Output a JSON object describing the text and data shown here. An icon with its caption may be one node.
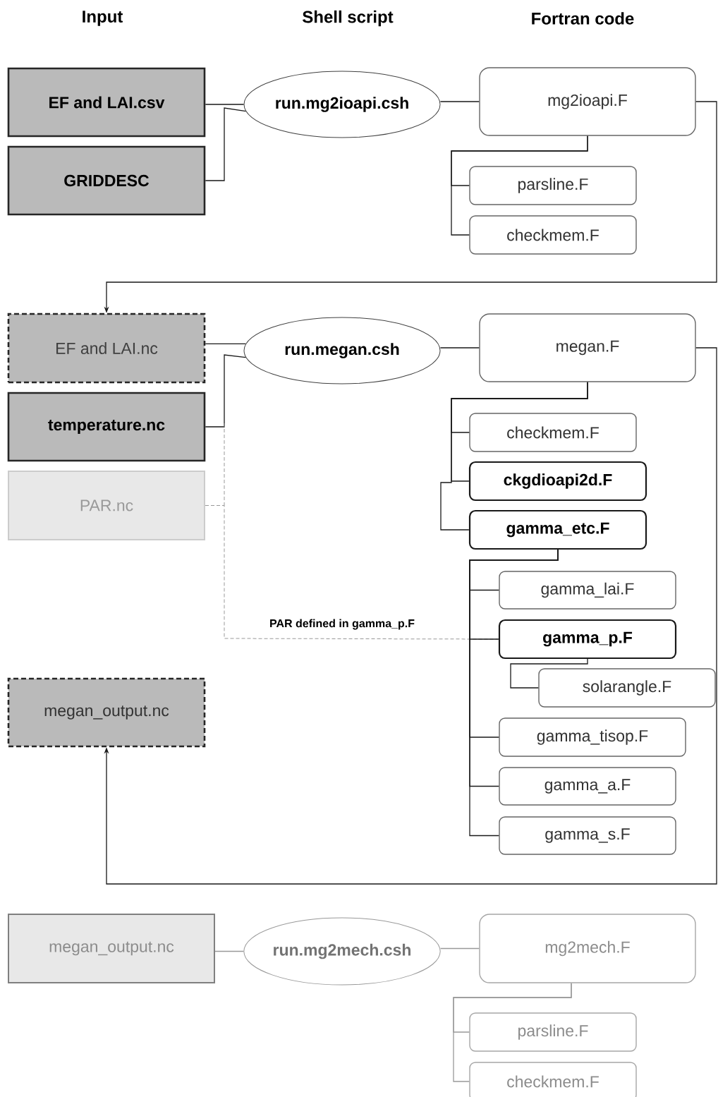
{
  "diagram": {
    "nodes": [
      {
        "text": [
          "EF and LAI.csv"
        ]
      },
      {
        "text": [
          "GRIDDESC"
        ]
      },
      {
        "text": [
          "run.mg2ioapi.csh"
        ]
      },
      {
        "text": [
          "mg2ioapi.F"
        ]
      },
      {
        "text": [
          "parsline.F"
        ]
      },
      {
        "text": [
          "checkmem.F"
        ]
      },
      {
        "text": [
          "EF and LAI.nc"
        ]
      },
      {
        "text": [
          "temperature.nc"
        ]
      },
      {
        "text": [
          "PAR.nc"
        ]
      },
      {
        "text": [
          "run.megan.csh"
        ]
      },
      {
        "text": [
          "megan.F"
        ]
      },
      {
        "text": [
          "checkmem.F"
        ]
      },
      {
        "text": [
          "ckgdioapi2d.F"
        ]
      },
      {
        "text": [
          "gamma_etc.F"
        ]
      },
      {
        "text": [
          "gamma_lai.F"
        ]
      },
      {
        "text": [
          "gamma_p.F"
        ]
      },
      {
        "text": [
          "solarangle.F"
        ]
      },
      {
        "text": [
          "gamma_tisop.F"
        ]
      },
      {
        "text": [
          "gamma_a.F"
        ]
      },
      {
        "text": [
          "gamma_s.F"
        ]
      },
      {
        "text": [
          "megan_output.nc"
        ]
      },
      {
        "text": [
          "megan_output.nc"
        ]
      },
      {
        "text": [
          "run.mg2mech.csh"
        ]
      },
      {
        "text": [
          "mg2mech.F"
        ]
      },
      {
        "text": [
          "parsline.F"
        ]
      },
      {
        "text": [
          "checkmem.F"
        ]
      }
    ],
    "edges": [
      {
        "from": 0,
        "to": 2,
        "arrow": "none"
      },
      {
        "from": 1,
        "to": 2,
        "arrow": "none"
      },
      {
        "from": 2,
        "to": 3,
        "arrow": "none"
      },
      {
        "from": 3,
        "to": 4,
        "arrow": "none"
      },
      {
        "from": 3,
        "to": 5,
        "arrow": "none"
      },
      {
        "from": 3,
        "to": 6,
        "arrow": "to"
      },
      {
        "from": 6,
        "to": 9,
        "arrow": "none"
      },
      {
        "from": 7,
        "to": 9,
        "arrow": "none"
      },
      {
        "from": 9,
        "to": 10,
        "arrow": "none"
      },
      {
        "from": 8,
        "to": 15,
        "arrow": "none",
        "label": "PAR defined in gamma_p.F",
        "style": "dashed",
        "color": "#999999"
      },
      {
        "from": 10,
        "to": 11,
        "arrow": "none"
      },
      {
        "from": 10,
        "to": 12,
        "arrow": "none"
      },
      {
        "from": 10,
        "to": 13,
        "arrow": "none"
      },
      {
        "from": 13,
        "to": 14,
        "arrow": "none"
      },
      {
        "from": 13,
        "to": 15,
        "arrow": "none"
      },
      {
        "from": 15,
        "to": 16,
        "arrow": "none"
      },
      {
        "from": 13,
        "to": 17,
        "arrow": "none"
      },
      {
        "from": 13,
        "to": 18,
        "arrow": "none"
      },
      {
        "from": 13,
        "to": 19,
        "arrow": "none"
      },
      {
        "from": 10,
        "to": 20,
        "arrow": "to"
      },
      {
        "from": 21,
        "to": 22,
        "arrow": "none",
        "color": "#999999"
      },
      {
        "from": 22,
        "to": 23,
        "arrow": "none",
        "color": "#999999"
      },
      {
        "from": 23,
        "to": 24,
        "arrow": "none",
        "color": "#999999"
      },
      {
        "from": 23,
        "to": 25,
        "arrow": "none",
        "color": "#999999"
      }
    ],
    "labels": [
      "Input",
      "Shell script",
      "Fortran code"
    ]
  }
}
